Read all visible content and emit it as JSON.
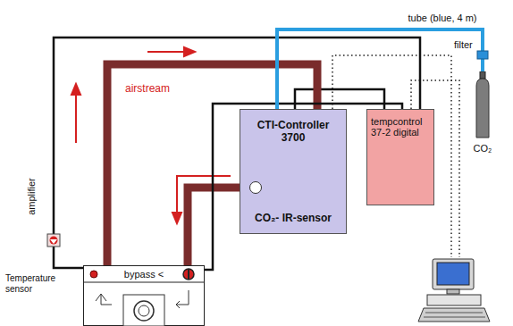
{
  "diagram": {
    "nodes": [
      {
        "text": [
          "CTI-Controller 3700",
          "CO₂- IR-sensor"
        ]
      },
      {
        "text": [
          "tempcontrol 37-2 digital"
        ]
      },
      {
        "text": [
          "bypass <"
        ]
      },
      {
        "text": [
          "CO₂"
        ]
      }
    ],
    "edges": [
      {
        "from": 0,
        "to": 1,
        "arrow": "none"
      },
      {
        "from": 2,
        "to": 0,
        "arrow": "none"
      },
      {
        "from": 0,
        "to": 2,
        "arrow": "none"
      },
      {
        "from": 2,
        "to": 1,
        "arrow": "none"
      },
      {
        "from": 1,
        "to": 2,
        "arrow": "none"
      },
      {
        "from": 0,
        "to": 3,
        "label": "tube (blue, 4 m)",
        "arrow": "none"
      }
    ],
    "labels": [
      "airstream",
      "amplifier",
      "Temperature sensor",
      "filter"
    ]
  }
}
